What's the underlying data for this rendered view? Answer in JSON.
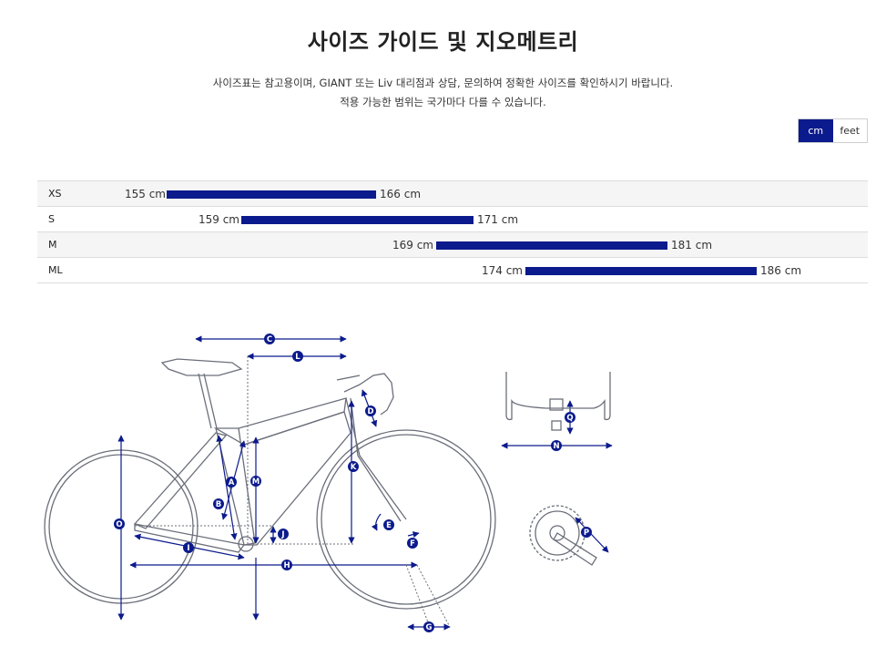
{
  "page": {
    "title": "사이즈 가이드 및 지오메트리",
    "description_line1": "사이즈표는 참고용이며, GIANT 또는 Liv 대리점과 상담, 문의하여 정확한 사이즈를 확인하시기 바랍니다.",
    "description_line2": "적용 가능한 범위는 국가마다 다를 수 있습니다."
  },
  "unit_toggle": {
    "cm_label": "cm",
    "feet_label": "feet",
    "active": "cm"
  },
  "size_chart": {
    "rows": [
      {
        "size": "XS",
        "min": "155 cm",
        "max": "166 cm"
      },
      {
        "size": "S",
        "min": "159 cm",
        "max": "171 cm"
      },
      {
        "size": "M",
        "min": "169 cm",
        "max": "181 cm"
      },
      {
        "size": "ML",
        "min": "174 cm",
        "max": "186 cm"
      }
    ],
    "bar_color": "#0b1a8c"
  },
  "geometry": {
    "labels": [
      "A",
      "B",
      "C",
      "D",
      "E",
      "F",
      "G",
      "H",
      "I",
      "J",
      "K",
      "L",
      "M",
      "N",
      "O",
      "P",
      "Q"
    ],
    "line_color": "#6b6f7a",
    "marker_color": "#0b1a8c"
  }
}
